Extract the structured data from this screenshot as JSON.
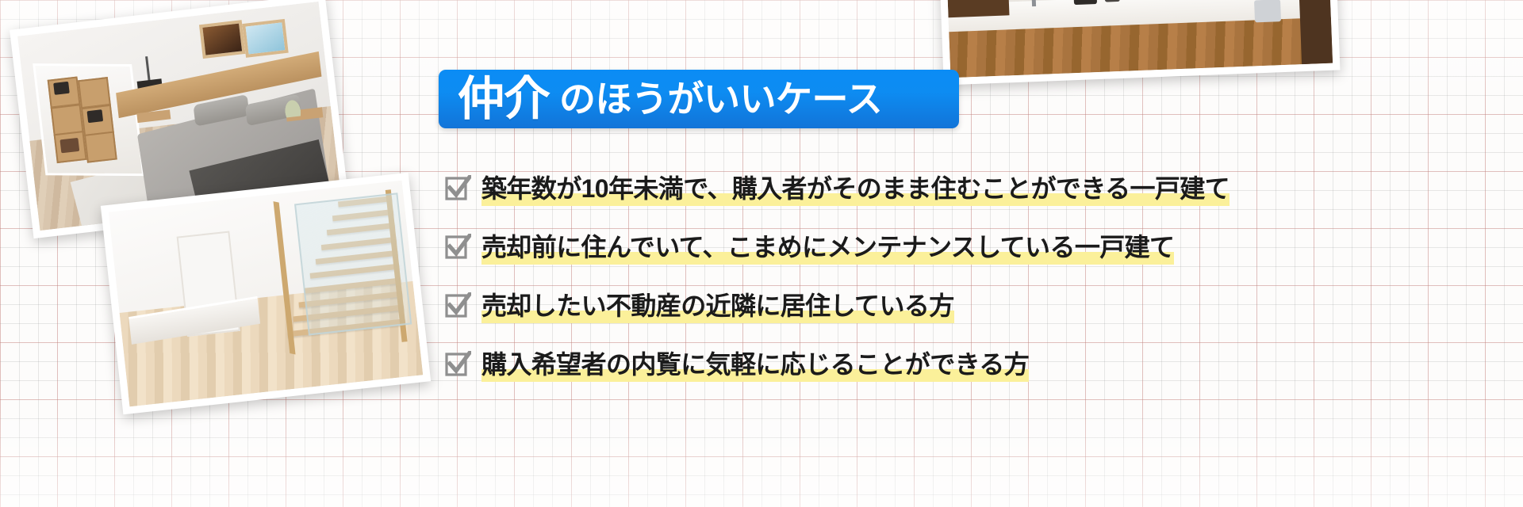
{
  "page": {
    "language": "ja",
    "background_style": "graph-paper",
    "background_colors": {
      "paper": "#fdfcfb",
      "minor_grid_line": "#969696",
      "major_grid_line": "#e8786e"
    }
  },
  "banner": {
    "strong_text": "仲介",
    "rest_text": "のほうがいいケース",
    "full_text": "仲介 のほうがいいケース",
    "text_color": "#ffffff",
    "gradient_from": "#0b8cf5",
    "gradient_to": "#1274d8"
  },
  "checklist": {
    "highlight_color": "#fbf09a",
    "checkbox_color": "#8f8f8f",
    "text_color": "#1b1b1b",
    "items": [
      {
        "icon": "checkbox-checked-icon",
        "label": "築年数が10年未満で、購入者がそのまま住むことができる一戸建て"
      },
      {
        "icon": "checkbox-checked-icon",
        "label": "売却前に住んでいて、こまめにメンテナンスしている一戸建て"
      },
      {
        "icon": "checkbox-checked-icon",
        "label": "売却したい不動産の近隣に居住している方"
      },
      {
        "icon": "checkbox-checked-icon",
        "label": "購入希望者の内覧に気軽に応じることができる方"
      }
    ]
  },
  "photos": [
    {
      "name": "bedroom-photo",
      "alt": "明るい寝室のインテリア写真",
      "rotation_deg": -6.6
    },
    {
      "name": "staircase-room-photo",
      "alt": "階段のある白い室内の写真",
      "rotation_deg": -6.2
    },
    {
      "name": "kitchen-photo",
      "alt": "キッチンカウンターの写真",
      "rotation_deg": -2.2
    }
  ]
}
